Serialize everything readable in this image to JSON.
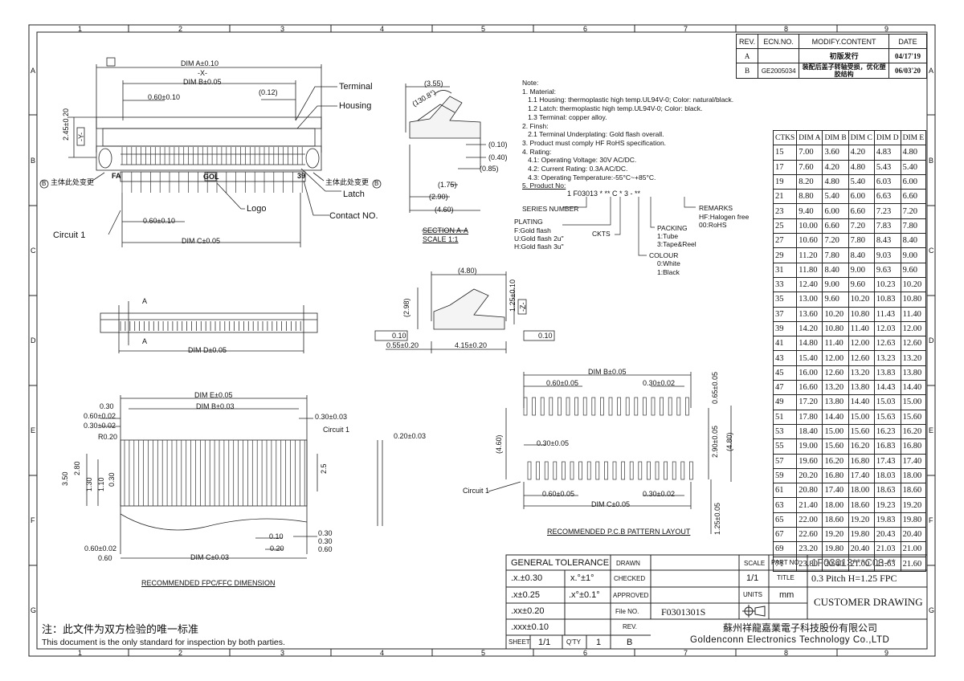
{
  "frame": {
    "col_numbers": [
      "1",
      "2",
      "3",
      "4",
      "5",
      "6",
      "7",
      "8",
      "9"
    ],
    "row_letters": [
      "A",
      "B",
      "C",
      "D",
      "E",
      "F",
      "G"
    ]
  },
  "revision": {
    "headers": [
      "REV.",
      "ECN.NO.",
      "MODIFY.CONTENT",
      "DATE"
    ],
    "rows": [
      {
        "rev": "A",
        "ecn": "",
        "content": "初版发行",
        "date": "04/17'19"
      },
      {
        "rev": "B",
        "ecn": "GE2005034",
        "content": "装配后盖子转轴受损，优化塑胶结构",
        "date": "06/03'20"
      }
    ]
  },
  "notes": {
    "lines": [
      "Note:",
      "1. Material:",
      "   1.1 Housing: thermoplastic high temp.UL94V-0; Color: natural/black.",
      "   1.2 Latch: thermoplastic high temp.UL94V-0; Color: black.",
      "   1.3 Terminal: copper alloy.",
      "2. Finsh:",
      "   2.1 Terminal Underplating: Gold flash overall.",
      "3. Product must comply HF RoHS specification.",
      "4. Rating:",
      "   4.1: Operating Voltage: 30V AC/DC.",
      "   4.2: Current Rating: 0.3A AC/DC.",
      "   4.3: Operating Temperature:-55°C~+85°C.",
      "5. Product No:"
    ],
    "product_code": "1 F03013 * ** C * 3 - **",
    "series_number": "SERIES NUMBER",
    "plating_title": "PLATING",
    "plating": [
      "F:Gold flash",
      "U:Gold flash 2u\"",
      "H:Gold flash 3u\""
    ],
    "ckts": "CKTS",
    "remarks_title": "REMARKS",
    "remarks": [
      "HF:Halogen free",
      "00:RoHS"
    ],
    "packing_title": "PACKING",
    "packing": [
      "1:Tube",
      "3:Tape&Reel"
    ],
    "colour_title": "COLOUR",
    "colour": [
      "0:White",
      "1:Black"
    ]
  },
  "dim_table": {
    "headers": [
      "CTKS",
      "DIM A",
      "DIM B",
      "DIM C",
      "DIM D",
      "DIM E"
    ],
    "rows": [
      [
        "15",
        "7.00",
        "3.60",
        "4.20",
        "4.83",
        "4.80"
      ],
      [
        "17",
        "7.60",
        "4.20",
        "4.80",
        "5.43",
        "5.40"
      ],
      [
        "19",
        "8.20",
        "4.80",
        "5.40",
        "6.03",
        "6.00"
      ],
      [
        "21",
        "8.80",
        "5.40",
        "6.00",
        "6.63",
        "6.60"
      ],
      [
        "23",
        "9.40",
        "6.00",
        "6.60",
        "7.23",
        "7.20"
      ],
      [
        "25",
        "10.00",
        "6.60",
        "7.20",
        "7.83",
        "7.80"
      ],
      [
        "27",
        "10.60",
        "7.20",
        "7.80",
        "8.43",
        "8.40"
      ],
      [
        "29",
        "11.20",
        "7.80",
        "8.40",
        "9.03",
        "9.00"
      ],
      [
        "31",
        "11.80",
        "8.40",
        "9.00",
        "9.63",
        "9.60"
      ],
      [
        "33",
        "12.40",
        "9.00",
        "9.60",
        "10.23",
        "10.20"
      ],
      [
        "35",
        "13.00",
        "9.60",
        "10.20",
        "10.83",
        "10.80"
      ],
      [
        "37",
        "13.60",
        "10.20",
        "10.80",
        "11.43",
        "11.40"
      ],
      [
        "39",
        "14.20",
        "10.80",
        "11.40",
        "12.03",
        "12.00"
      ],
      [
        "41",
        "14.80",
        "11.40",
        "12.00",
        "12.63",
        "12.60"
      ],
      [
        "43",
        "15.40",
        "12.00",
        "12.60",
        "13.23",
        "13.20"
      ],
      [
        "45",
        "16.00",
        "12.60",
        "13.20",
        "13.83",
        "13.80"
      ],
      [
        "47",
        "16.60",
        "13.20",
        "13.80",
        "14.43",
        "14.40"
      ],
      [
        "49",
        "17.20",
        "13.80",
        "14.40",
        "15.03",
        "15.00"
      ],
      [
        "51",
        "17.80",
        "14.40",
        "15.00",
        "15.63",
        "15.60"
      ],
      [
        "53",
        "18.40",
        "15.00",
        "15.60",
        "16.23",
        "16.20"
      ],
      [
        "55",
        "19.00",
        "15.60",
        "16.20",
        "16.83",
        "16.80"
      ],
      [
        "57",
        "19.60",
        "16.20",
        "16.80",
        "17.43",
        "17.40"
      ],
      [
        "59",
        "20.20",
        "16.80",
        "17.40",
        "18.03",
        "18.00"
      ],
      [
        "61",
        "20.80",
        "17.40",
        "18.00",
        "18.63",
        "18.60"
      ],
      [
        "63",
        "21.40",
        "18.00",
        "18.60",
        "19.23",
        "19.20"
      ],
      [
        "65",
        "22.00",
        "18.60",
        "19.20",
        "19.83",
        "19.80"
      ],
      [
        "67",
        "22.60",
        "19.20",
        "19.80",
        "20.43",
        "20.40"
      ],
      [
        "69",
        "23.20",
        "19.80",
        "20.40",
        "21.03",
        "21.00"
      ],
      [
        "71",
        "23.80",
        "20.40",
        "21.00",
        "21.63",
        "21.60"
      ]
    ]
  },
  "top_view": {
    "dim_a": "DIM A±0.10",
    "x_datum": "-X-",
    "dim_b": "DIM B±0.05",
    "pitch": "0.60±0.10",
    "offset": "(0.12)",
    "terminal": "Terminal",
    "housing": "Housing",
    "y_dim": "2.45±0.20",
    "y_datum": "-Y-",
    "fa": "FA",
    "gol": "GOL",
    "num39": "39",
    "change_note": "主体此处变更",
    "latch": "Latch",
    "logo": "Logo",
    "contact_no": "Contact NO.",
    "pitch2": "0.60±0.10",
    "circuit1": "Circuit 1",
    "dim_c": "DIM C±0.05",
    "b_marker": "B"
  },
  "section": {
    "d355": "(3.55)",
    "angle": "(130.8°)",
    "d010": "(0.10)",
    "d040": "(0.40)",
    "d085": "(0.85)",
    "d175": "(1.75)",
    "d290": "(2.90)",
    "d460": "(4.60)",
    "title": "SECTION A-A",
    "scale": "SCALE    1:1"
  },
  "side_view": {
    "d480": "(4.80)",
    "d298": "(2.98)",
    "h125": "1.25±0.10",
    "z_datum": "-Z-",
    "flat1": "0.10",
    "flat2": "0.10",
    "d055": "0.55±0.20",
    "d415": "4.15±0.20"
  },
  "front_view": {
    "a_top": "A",
    "a_bot": "A",
    "dim_d": "DIM D±0.05"
  },
  "pcb": {
    "dim_b": "DIM B±0.05",
    "p1": "0.60±0.05",
    "p2": "0.30±0.02",
    "h065": "0.65±0.05",
    "p3": "0.30±0.05",
    "d460": "(4.60)",
    "h290": "2.90±0.05",
    "d480": "(4.80)",
    "circuit1": "Circuit 1",
    "p4": "0.60±0.05",
    "p5": "0.30±0.02",
    "dim_c": "DIM C±0.05",
    "h125": "1.25±0.05",
    "title": "RECOMMENDED P.C.B PATTERN LAYOUT"
  },
  "fpc": {
    "dim_e": "DIM E±0.05",
    "dim_b": "DIM B±0.03",
    "l030": "0.30",
    "l060": "0.60±0.02",
    "l030b": "0.30±0.02",
    "r020": "R0.20",
    "r030": "0.30±0.03",
    "circuit1": "Circuit 1",
    "v350": "3.50",
    "v280": "2.80",
    "v130": "1.30",
    "v110": "1.10",
    "v030": "0.30",
    "v25": "2.5",
    "b010": "0.10",
    "b020": "0.20",
    "b030": "0.30",
    "b060": "0.60",
    "l060b": "0.60±0.02",
    "l060c": "0.60",
    "dim_c": "DIM C±0.03",
    "thick": "0.20±0.03",
    "title": "RECOMMENDED FPC/FFC DIMENSION"
  },
  "title_block": {
    "general_tolerance": "GENERAL TOLERANCE",
    "drawn": "DRAWN",
    "scale": "SCALE",
    "part_no_label": "PART NO.",
    "part_no": "1F03013***C03-**",
    "tol1": ".x.±0.30",
    "ang1": "x.°±1°",
    "checked": "CHECKED",
    "scale_value": "1/1",
    "title_label": "TITLE",
    "title": "0.3 Pitch H=1.25 FPC",
    "tol2": ".x±0.25",
    "ang2": ".x°±0.1°",
    "approved": "APPROVED",
    "units": "UNITS",
    "units_value": "mm",
    "customer_drawing": "CUSTOMER DRAWING",
    "tol3": ".xx±0.20",
    "file_no_label": "File NO.",
    "file_no": "F0301301S",
    "tol4": ".xxx±0.10",
    "rev_label": "REV.",
    "sheet_label": "SHEET",
    "sheet": "1/1",
    "qty_label": "Q'TY",
    "qty": "1",
    "rev_value": "B",
    "company_cn": "蘇州祥龍嘉業電子科技股份有限公司",
    "company_en": "Goldenconn Electronics Technology Co.,LTD"
  },
  "footer": {
    "cn": "注：此文件为双方检验的唯一标准",
    "en": "This document is the only standard for inspection by both parties."
  }
}
